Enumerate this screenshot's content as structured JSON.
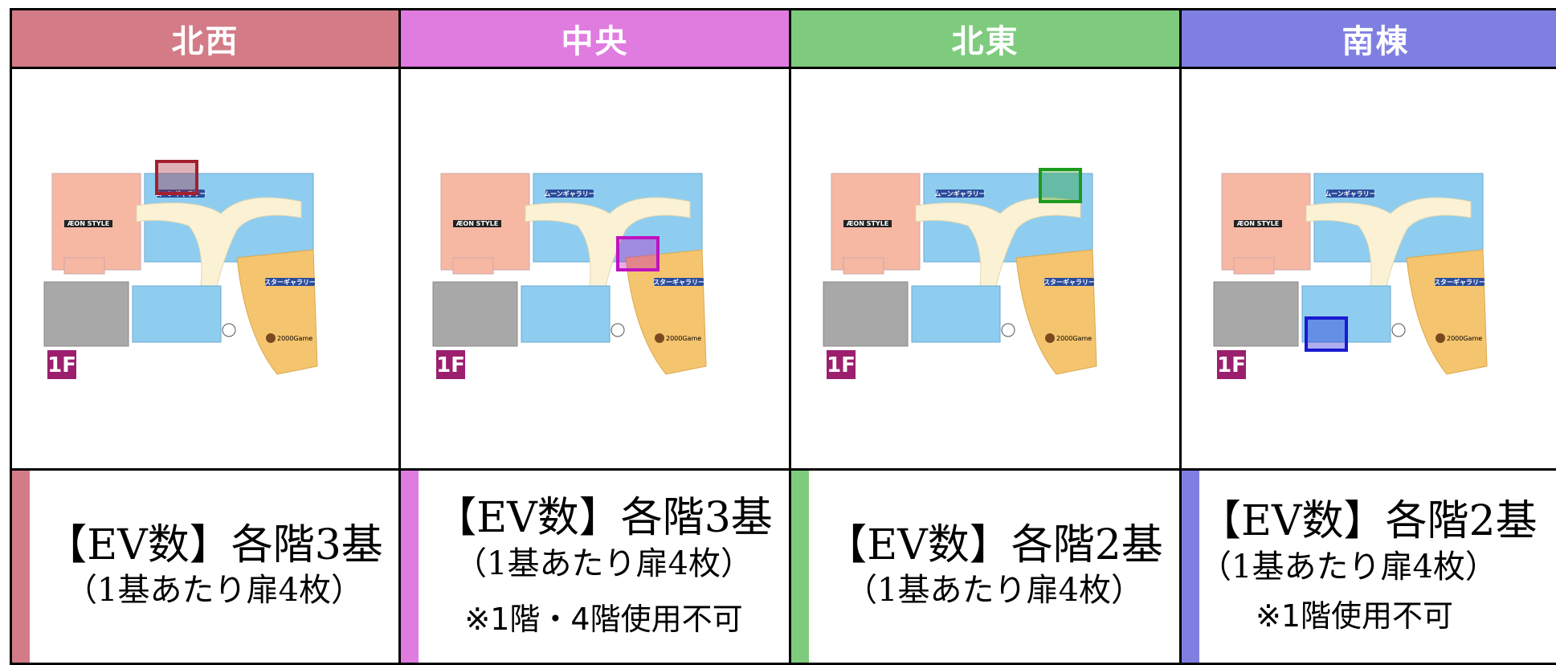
{
  "columns": [
    {
      "key": "northwest",
      "header": "北西",
      "color": "#d37b86",
      "highlight_color": "#a3202e",
      "highlight_spot": "top-left-upper",
      "ev_line": "【EV数】各階3基",
      "doors_line": "（1基あたり扉4枚）",
      "note": ""
    },
    {
      "key": "center",
      "header": "中央",
      "color": "#e07be0",
      "highlight_color": "#c012c0",
      "highlight_spot": "center",
      "ev_line": "【EV数】各階3基",
      "doors_line": "（1基あたり扉4枚）",
      "note": "※1階・4階使用不可"
    },
    {
      "key": "northeast",
      "header": "北東",
      "color": "#7ecb7e",
      "highlight_color": "#1c9a1c",
      "highlight_spot": "top-right",
      "ev_line": "【EV数】各階2基",
      "doors_line": "（1基あたり扉4枚）",
      "note": ""
    },
    {
      "key": "south",
      "header": "南棟",
      "color": "#7f7fe2",
      "highlight_color": "#1a1ad0",
      "highlight_spot": "bottom",
      "ev_line": "【EV数】各階2基",
      "doors_line": "（1基あたり扉4枚）",
      "note": "※1階使用不可"
    }
  ],
  "map": {
    "floor_badge": "1F",
    "store_label": "ÆON STYLE",
    "gallery_top": "ムーンギャラリー",
    "gallery_right": "スターギャラリー",
    "food_label": "2000Game"
  }
}
